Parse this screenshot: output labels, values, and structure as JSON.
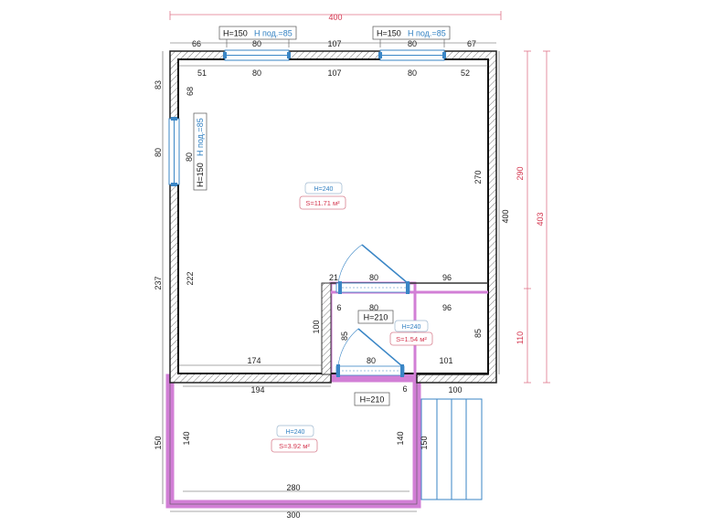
{
  "overall": {
    "width": "400",
    "height_total": "403",
    "height_upper": "290",
    "height_lower": "110"
  },
  "top_outer": {
    "seg1": "66",
    "seg2": "80",
    "seg3": "107",
    "seg4": "80",
    "seg5": "67"
  },
  "top_inner": {
    "seg1": "51",
    "seg2": "80",
    "seg3": "107",
    "seg4": "80",
    "seg5": "52"
  },
  "windows": {
    "top_left": {
      "height": "H=150",
      "sill": "H под.=85"
    },
    "top_right": {
      "height": "H=150",
      "sill": "H под.=85"
    },
    "left": {
      "height": "H=150",
      "sill": "H под.=85",
      "width": "80"
    }
  },
  "left_outer": {
    "seg1": "83",
    "seg2": "80",
    "seg3": "237",
    "seg4": "150"
  },
  "left_inner": {
    "seg1": "68",
    "seg2": "222",
    "seg3": "100"
  },
  "right_inner": {
    "seg1": "270",
    "seg2": "400",
    "seg3": "85"
  },
  "main_room": {
    "height": "H=240",
    "area": "S=11.71 м²"
  },
  "small_room": {
    "height": "H=240",
    "area": "S=1.54 м²"
  },
  "porch_room": {
    "height": "H=240",
    "area": "S=3.92 м²"
  },
  "partition_dims": {
    "p21": "21",
    "p80a": "80",
    "p96a": "96",
    "p6a": "6",
    "p80b": "80",
    "p96b": "96",
    "p85": "85",
    "p80c": "80",
    "p101": "101",
    "p6b": "6",
    "p174": "174"
  },
  "doors": {
    "upper": "H=210",
    "lower": "H=210"
  },
  "lower_dims": {
    "d194": "194",
    "d100": "100",
    "d140a": "140",
    "d140b": "140",
    "d150": "150",
    "d280": "280",
    "d300": "300"
  }
}
